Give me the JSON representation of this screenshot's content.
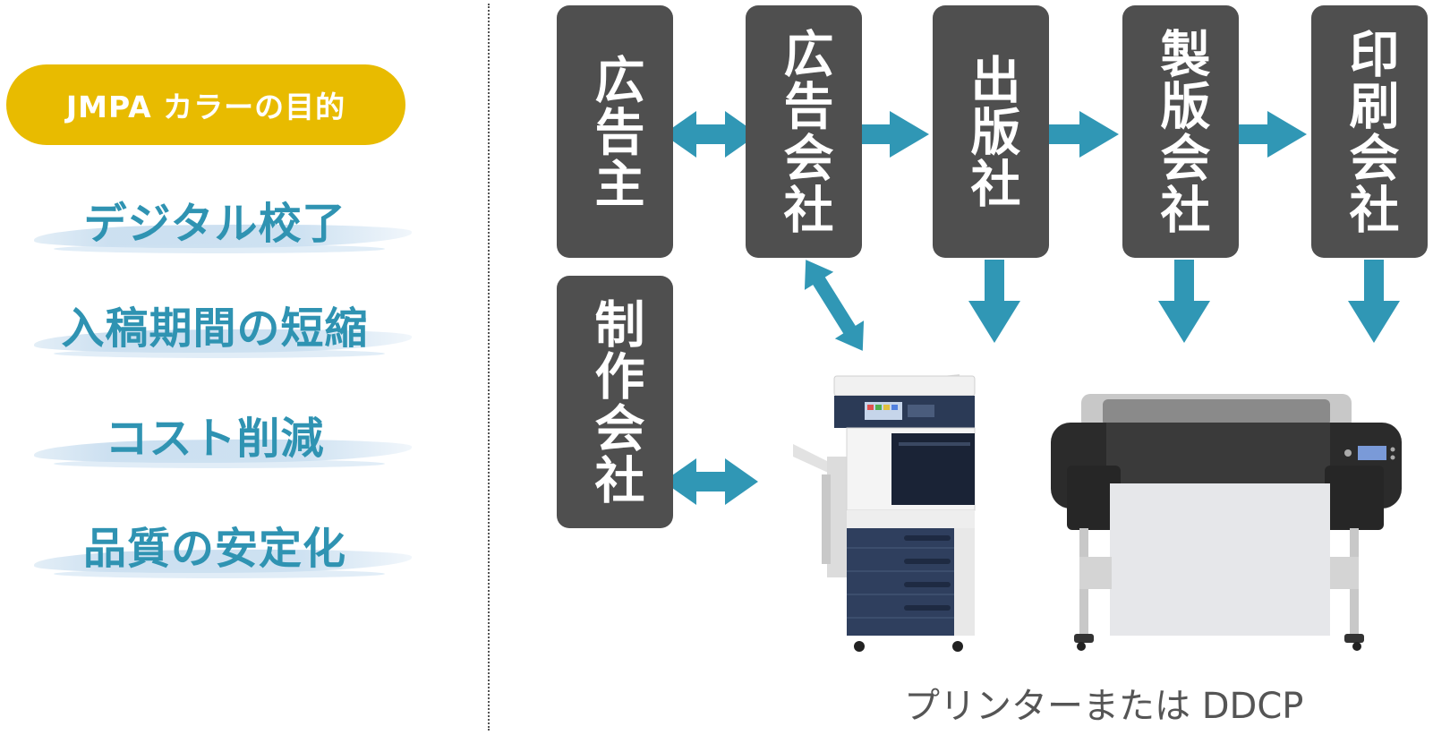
{
  "purpose": {
    "title": "JMPA カラーの目的",
    "goals": [
      "デジタル校了",
      "入稿期間の短縮",
      "コスト削減",
      "品質の安定化"
    ]
  },
  "workflow": {
    "boxes": [
      {
        "id": "advertiser",
        "label": "広告主"
      },
      {
        "id": "ad-agency",
        "label": "広告会社"
      },
      {
        "id": "publisher",
        "label": "出版社"
      },
      {
        "id": "prepress",
        "label": "製版会社"
      },
      {
        "id": "printer-company",
        "label": "印刷会社"
      },
      {
        "id": "production",
        "label": "制作会社"
      }
    ],
    "device_label": "プリンターまたは DDCP"
  },
  "colors": {
    "pill": "#e8bb00",
    "goal_text": "#2f93b2",
    "box": "#4f4f4f",
    "arrow": "#3097b5"
  }
}
